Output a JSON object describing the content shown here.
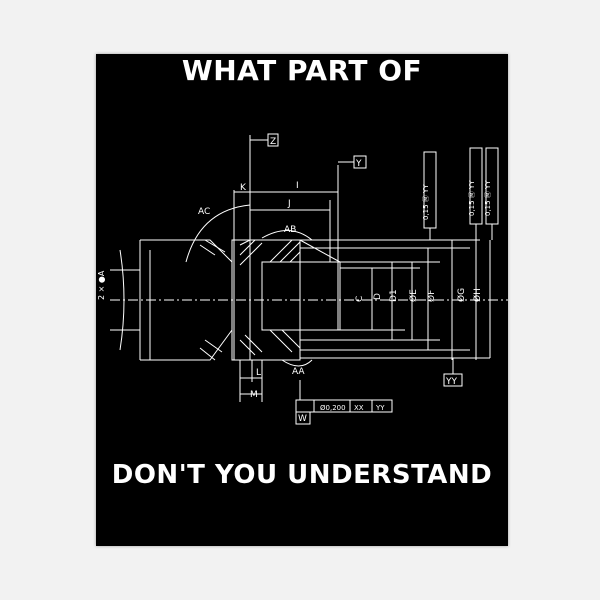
{
  "poster": {
    "title_top": "WHAT PART OF",
    "title_bottom": "DON'T YOU UNDERSTAND"
  },
  "drawing": {
    "datum_z": "Z",
    "datum_y": "Y",
    "datum_yy": "YY",
    "datum_w": "W",
    "dim_k": "K",
    "dim_i": "I",
    "dim_j": "J",
    "dim_ac": "AC",
    "dim_ab": "AB",
    "dim_aa": "AA",
    "dim_l": "L",
    "dim_m": "M",
    "dim_c": "C",
    "dim_d": "D",
    "dim_d1": "D1",
    "dim_e": "ØE",
    "dim_f": "ØF",
    "dim_g": "ØG",
    "dim_h": "ØH",
    "side_note": "2 × ●A",
    "tol_1": "0,15 Ⓜ YY",
    "tol_2": "0,15 Ⓜ YY",
    "tol_3": "0,15 Ⓜ YY",
    "fcf_value": "Ø0,200",
    "fcf_ref1": "XX",
    "fcf_ref2": "YY"
  },
  "colors": {
    "background": "#f2f2f2",
    "poster": "#000000",
    "ink": "#ffffff"
  }
}
